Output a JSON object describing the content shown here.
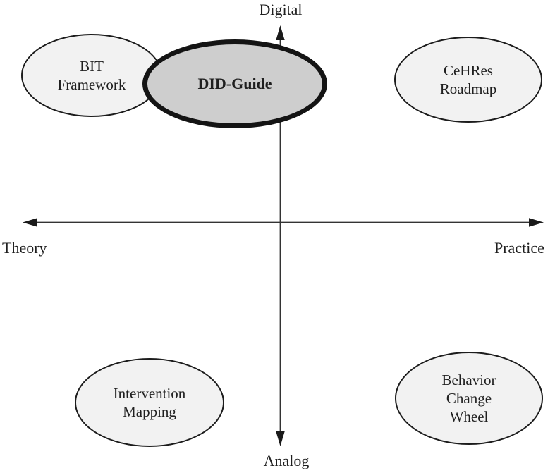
{
  "diagram": {
    "axes": {
      "top_label": "Digital",
      "bottom_label": "Analog",
      "left_label": "Theory",
      "right_label": "Practice"
    },
    "nodes": [
      {
        "id": "bit-framework",
        "label": "BIT\nFramework",
        "quadrant": "digital-theory",
        "emphasized": false
      },
      {
        "id": "did-guide",
        "label": "DID-Guide",
        "quadrant": "digital-center",
        "emphasized": true
      },
      {
        "id": "cehres-roadmap",
        "label": "CeHRes\nRoadmap",
        "quadrant": "digital-practice",
        "emphasized": false
      },
      {
        "id": "intervention-mapping",
        "label": "Intervention\nMapping",
        "quadrant": "analog-theory",
        "emphasized": false
      },
      {
        "id": "behavior-change-wheel",
        "label": "Behavior\nChange\nWheel",
        "quadrant": "analog-practice",
        "emphasized": false
      }
    ],
    "colors": {
      "axis_line": "#333333",
      "arrowhead": "#1a1a1a",
      "node_border": "#1c1c1c",
      "node_fill_light": "#f2f2f2",
      "node_fill_emphasis": "#cecece",
      "background": "#ffffff",
      "text": "#1f1f1f"
    }
  }
}
